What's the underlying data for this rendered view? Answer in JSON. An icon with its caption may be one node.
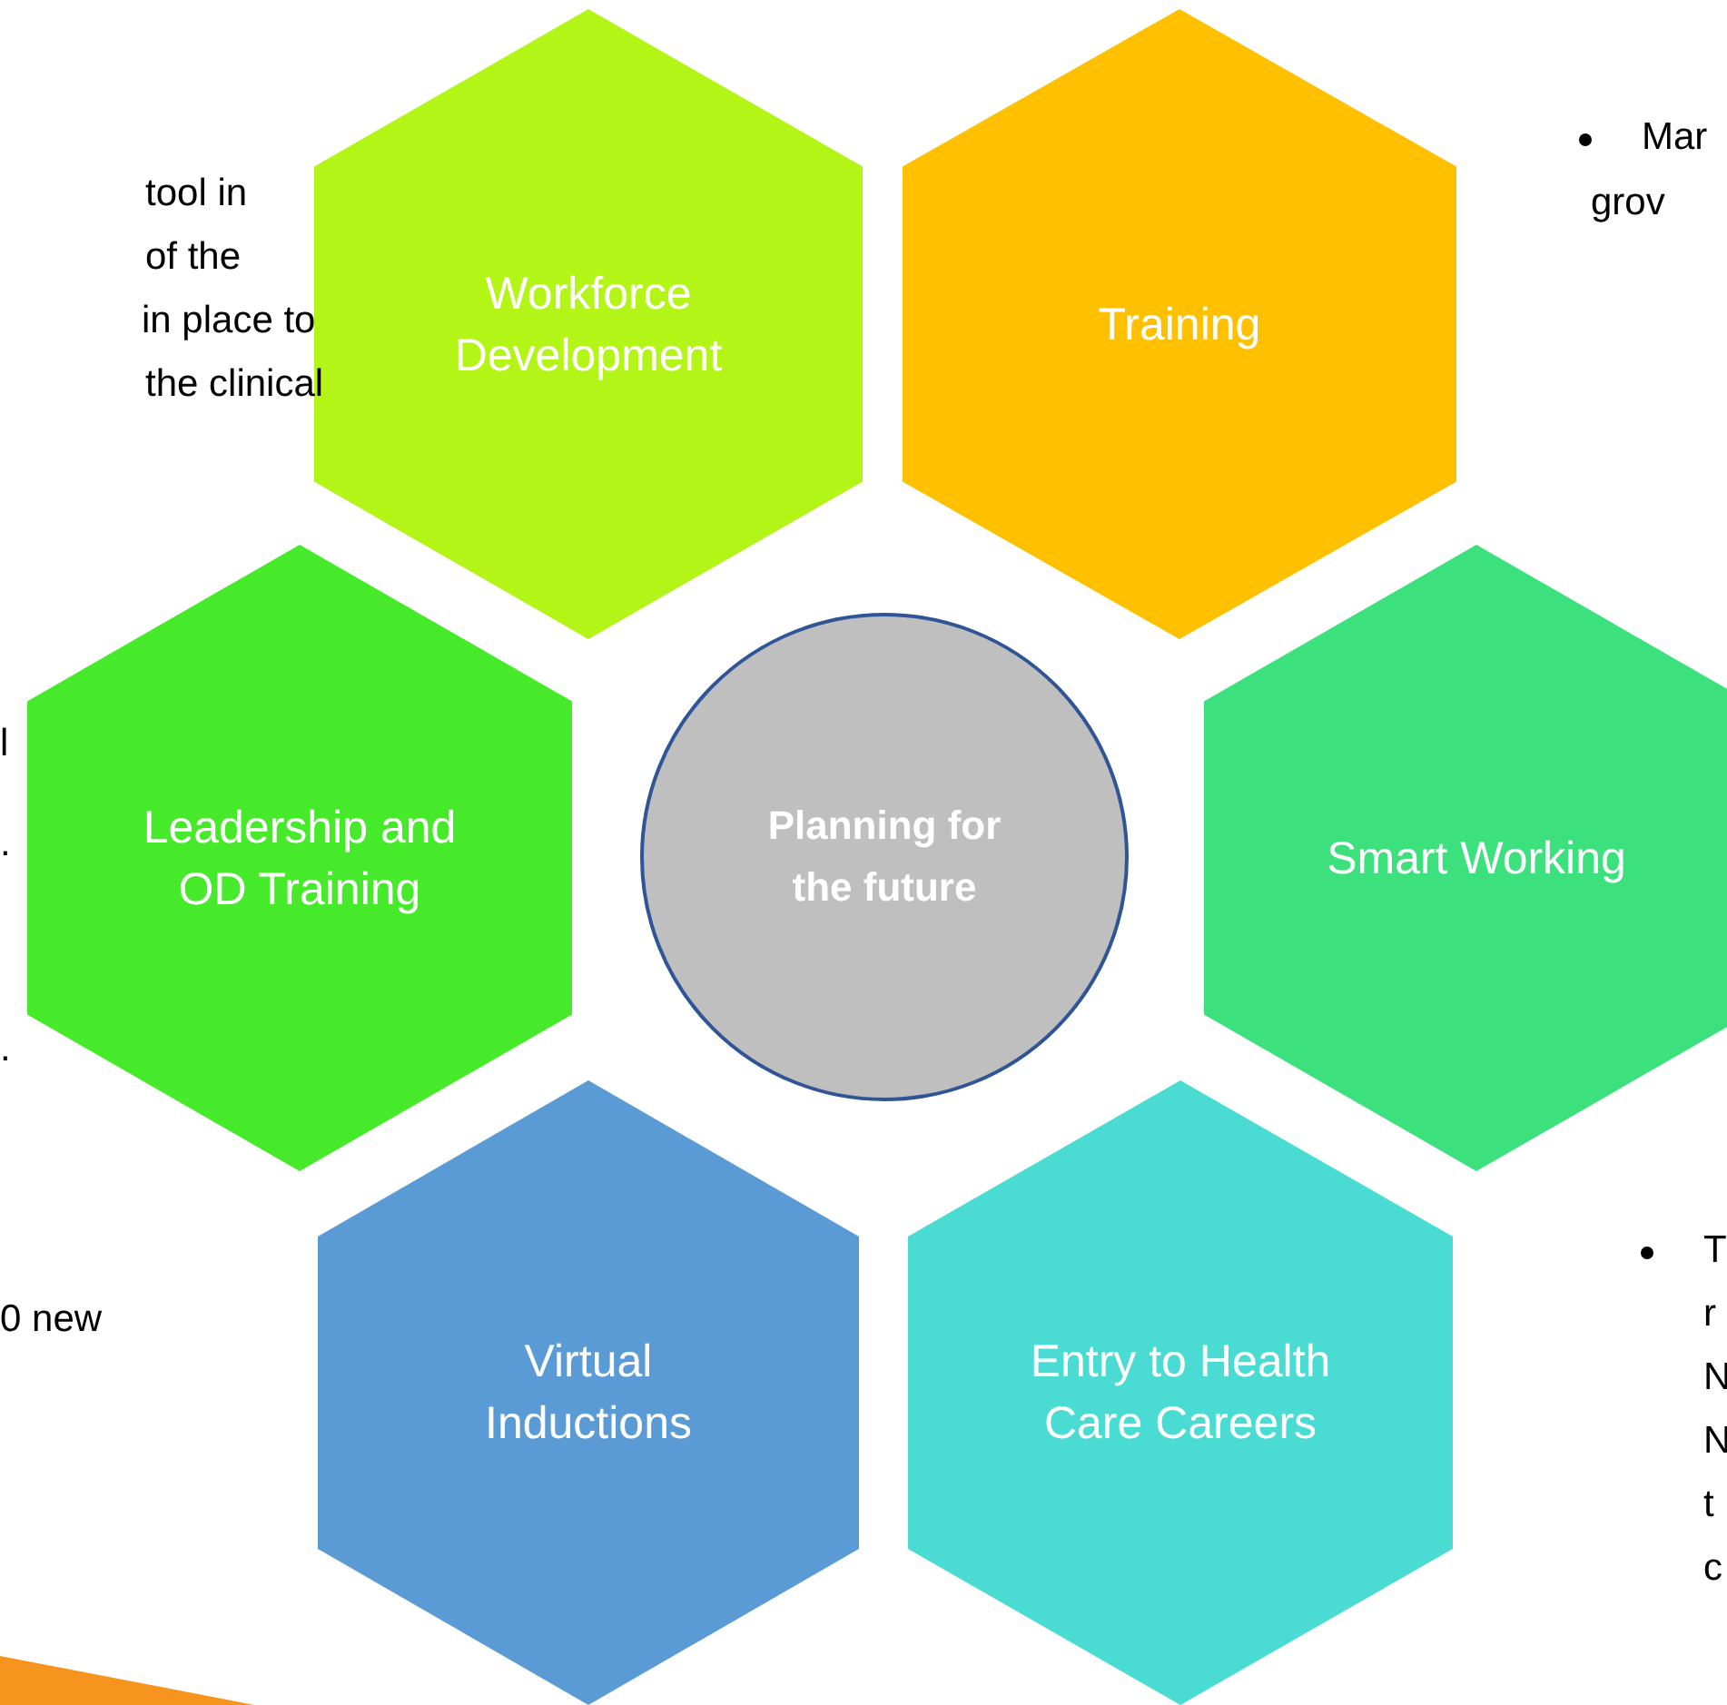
{
  "diagram": {
    "nodes": [
      {
        "text": [
          "Workforce Development"
        ]
      },
      {
        "text": [
          "Training"
        ]
      },
      {
        "text": [
          "Leadership and OD Training"
        ]
      },
      {
        "text": [
          "Planning for the future"
        ]
      },
      {
        "text": [
          "Smart Working"
        ]
      },
      {
        "text": [
          "Virtual Inductions"
        ]
      },
      {
        "text": [
          "Entry to Health Care Careers"
        ]
      }
    ],
    "edges": [],
    "labels": [
      "tool in",
      "of the",
      "in place to",
      "the clinical",
      "l",
      ".",
      ".",
      "0 new",
      "Mar",
      "grov",
      "T",
      "r",
      "N",
      "N",
      "t",
      "c"
    ]
  }
}
